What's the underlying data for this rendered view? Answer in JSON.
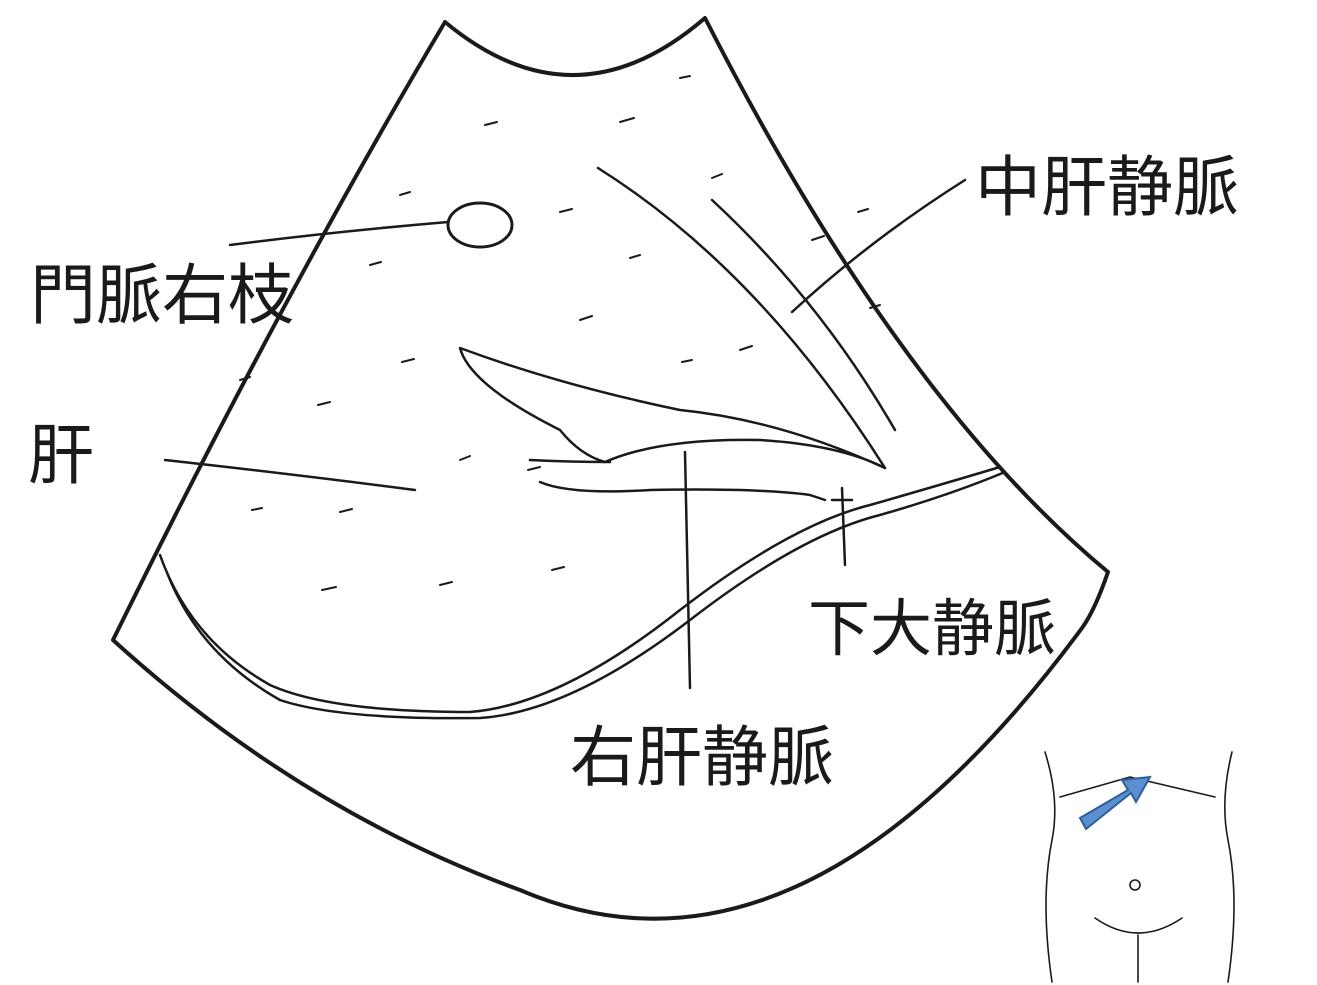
{
  "labels": {
    "portal_vein_right_branch": "門脈右枝",
    "liver": "肝",
    "middle_hepatic_vein": "中肝静脈",
    "inferior_vena_cava": "下大静脈",
    "right_hepatic_vein": "右肝静脈"
  },
  "colors": {
    "ink": "#1a1a1a",
    "probe_arrow_fill": "#5b8fd0",
    "probe_arrow_stroke": "#2e5f9a"
  }
}
